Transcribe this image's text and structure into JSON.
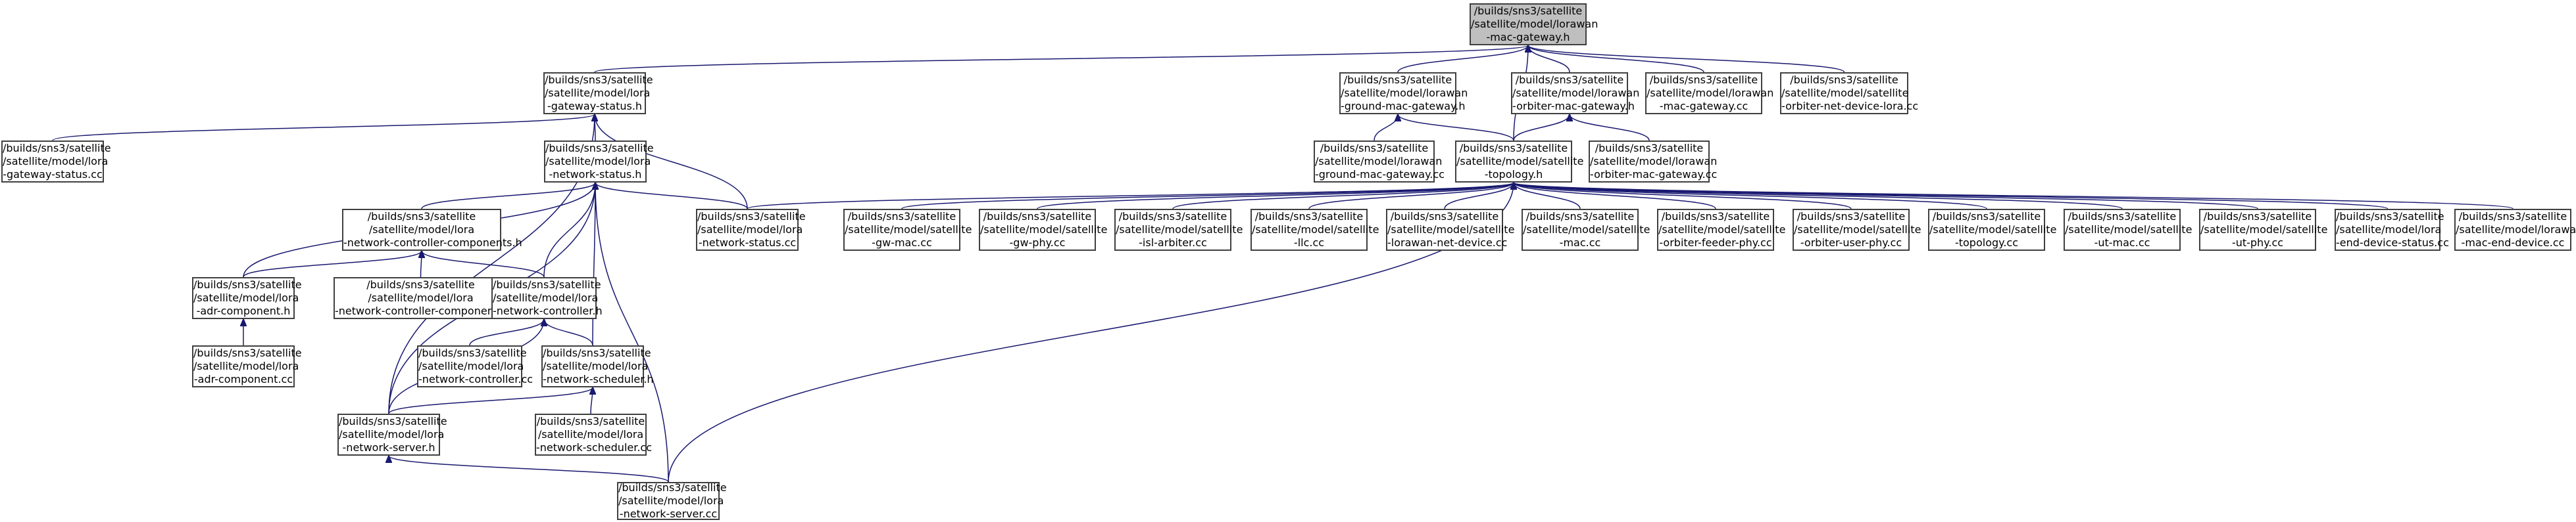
{
  "colors": {
    "edge": "#191970",
    "node_border": "#404040",
    "node_fill": "#ffffff",
    "root_fill": "#bfbfbf"
  },
  "nodes": [
    {
      "id": "root",
      "lines": [
        "/builds/sns3/satellite",
        "/satellite/model/lorawan",
        "-mac-gateway.h"
      ]
    },
    {
      "id": "lora-gateway-status-h",
      "lines": [
        "/builds/sns3/satellite",
        "/satellite/model/lora",
        "-gateway-status.h"
      ]
    },
    {
      "id": "lorawan-ground-mac-gateway-h",
      "lines": [
        "/builds/sns3/satellite",
        "/satellite/model/lorawan",
        "-ground-mac-gateway.h"
      ]
    },
    {
      "id": "lorawan-orbiter-mac-gateway-h",
      "lines": [
        "/builds/sns3/satellite",
        "/satellite/model/lorawan",
        "-orbiter-mac-gateway.h"
      ]
    },
    {
      "id": "lorawan-mac-gateway-cc",
      "lines": [
        "/builds/sns3/satellite",
        "/satellite/model/lorawan",
        "-mac-gateway.cc"
      ]
    },
    {
      "id": "orbiter-net-device-lora-cc",
      "lines": [
        "/builds/sns3/satellite",
        "/satellite/model/satellite",
        "-orbiter-net-device-lora.cc"
      ]
    },
    {
      "id": "lora-gateway-status-cc",
      "lines": [
        "/builds/sns3/satellite",
        "/satellite/model/lora",
        "-gateway-status.cc"
      ]
    },
    {
      "id": "lora-network-status-h",
      "lines": [
        "/builds/sns3/satellite",
        "/satellite/model/lora",
        "-network-status.h"
      ]
    },
    {
      "id": "lorawan-ground-mac-gateway-cc",
      "lines": [
        "/builds/sns3/satellite",
        "/satellite/model/lorawan",
        "-ground-mac-gateway.cc"
      ]
    },
    {
      "id": "satellite-topology-h",
      "lines": [
        "/builds/sns3/satellite",
        "/satellite/model/satellite",
        "-topology.h"
      ]
    },
    {
      "id": "lorawan-orbiter-mac-gateway-cc",
      "lines": [
        "/builds/sns3/satellite",
        "/satellite/model/lorawan",
        "-orbiter-mac-gateway.cc"
      ]
    },
    {
      "id": "lora-network-controller-components-h",
      "lines": [
        "/builds/sns3/satellite",
        "/satellite/model/lora",
        "-network-controller-components.h"
      ]
    },
    {
      "id": "lora-network-status-cc",
      "lines": [
        "/builds/sns3/satellite",
        "/satellite/model/lora",
        "-network-status.cc"
      ]
    },
    {
      "id": "satellite-gw-mac-cc",
      "lines": [
        "/builds/sns3/satellite",
        "/satellite/model/satellite",
        "-gw-mac.cc"
      ]
    },
    {
      "id": "satellite-gw-phy-cc",
      "lines": [
        "/builds/sns3/satellite",
        "/satellite/model/satellite",
        "-gw-phy.cc"
      ]
    },
    {
      "id": "satellite-isl-arbiter-cc",
      "lines": [
        "/builds/sns3/satellite",
        "/satellite/model/satellite",
        "-isl-arbiter.cc"
      ]
    },
    {
      "id": "satellite-llc-cc",
      "lines": [
        "/builds/sns3/satellite",
        "/satellite/model/satellite",
        "-llc.cc"
      ]
    },
    {
      "id": "satellite-lorawan-net-device-cc",
      "lines": [
        "/builds/sns3/satellite",
        "/satellite/model/satellite",
        "-lorawan-net-device.cc"
      ]
    },
    {
      "id": "satellite-mac-cc",
      "lines": [
        "/builds/sns3/satellite",
        "/satellite/model/satellite",
        "-mac.cc"
      ]
    },
    {
      "id": "satellite-orbiter-feeder-phy-cc",
      "lines": [
        "/builds/sns3/satellite",
        "/satellite/model/satellite",
        "-orbiter-feeder-phy.cc"
      ]
    },
    {
      "id": "satellite-orbiter-user-phy-cc",
      "lines": [
        "/builds/sns3/satellite",
        "/satellite/model/satellite",
        "-orbiter-user-phy.cc"
      ]
    },
    {
      "id": "satellite-topology-cc",
      "lines": [
        "/builds/sns3/satellite",
        "/satellite/model/satellite",
        "-topology.cc"
      ]
    },
    {
      "id": "satellite-ut-mac-cc",
      "lines": [
        "/builds/sns3/satellite",
        "/satellite/model/satellite",
        "-ut-mac.cc"
      ]
    },
    {
      "id": "satellite-ut-phy-cc",
      "lines": [
        "/builds/sns3/satellite",
        "/satellite/model/satellite",
        "-ut-phy.cc"
      ]
    },
    {
      "id": "lora-end-device-status-cc",
      "lines": [
        "/builds/sns3/satellite",
        "/satellite/model/lora",
        "-end-device-status.cc"
      ]
    },
    {
      "id": "lorawan-mac-end-device-cc",
      "lines": [
        "/builds/sns3/satellite",
        "/satellite/model/lorawan",
        "-mac-end-device.cc"
      ]
    },
    {
      "id": "lora-adr-component-h",
      "lines": [
        "/builds/sns3/satellite",
        "/satellite/model/lora",
        "-adr-component.h"
      ]
    },
    {
      "id": "lora-network-controller-components-cc",
      "lines": [
        "/builds/sns3/satellite",
        "/satellite/model/lora",
        "-network-controller-components.cc"
      ]
    },
    {
      "id": "lora-network-controller-h",
      "lines": [
        "/builds/sns3/satellite",
        "/satellite/model/lora",
        "-network-controller.h"
      ]
    },
    {
      "id": "lora-adr-component-cc",
      "lines": [
        "/builds/sns3/satellite",
        "/satellite/model/lora",
        "-adr-component.cc"
      ]
    },
    {
      "id": "lora-network-controller-cc",
      "lines": [
        "/builds/sns3/satellite",
        "/satellite/model/lora",
        "-network-controller.cc"
      ]
    },
    {
      "id": "lora-network-scheduler-h",
      "lines": [
        "/builds/sns3/satellite",
        "/satellite/model/lora",
        "-network-scheduler.h"
      ]
    },
    {
      "id": "lora-network-server-h",
      "lines": [
        "/builds/sns3/satellite",
        "/satellite/model/lora",
        "-network-server.h"
      ]
    },
    {
      "id": "lora-network-scheduler-cc",
      "lines": [
        "/builds/sns3/satellite",
        "/satellite/model/lora",
        "-network-scheduler.cc"
      ]
    },
    {
      "id": "lora-network-server-cc",
      "lines": [
        "/builds/sns3/satellite",
        "/satellite/model/lora",
        "-network-server.cc"
      ]
    }
  ],
  "edges": [
    [
      "lora-gateway-status-h",
      "root"
    ],
    [
      "lorawan-ground-mac-gateway-h",
      "root"
    ],
    [
      "lorawan-orbiter-mac-gateway-h",
      "root"
    ],
    [
      "lorawan-mac-gateway-cc",
      "root"
    ],
    [
      "orbiter-net-device-lora-cc",
      "root"
    ],
    [
      "satellite-topology-h",
      "root"
    ],
    [
      "lora-gateway-status-cc",
      "lora-gateway-status-h"
    ],
    [
      "lora-network-status-h",
      "lora-gateway-status-h"
    ],
    [
      "lora-network-status-cc",
      "lora-gateway-status-h"
    ],
    [
      "lora-network-server-h",
      "lora-gateway-status-h"
    ],
    [
      "lorawan-ground-mac-gateway-cc",
      "lorawan-ground-mac-gateway-h"
    ],
    [
      "satellite-topology-h",
      "lorawan-ground-mac-gateway-h"
    ],
    [
      "satellite-topology-h",
      "lorawan-orbiter-mac-gateway-h"
    ],
    [
      "lorawan-orbiter-mac-gateway-cc",
      "lorawan-orbiter-mac-gateway-h"
    ],
    [
      "lora-network-controller-components-h",
      "lora-network-status-h"
    ],
    [
      "lora-adr-component-h",
      "lora-network-status-h"
    ],
    [
      "lora-network-controller-h",
      "lora-network-status-h"
    ],
    [
      "lora-network-scheduler-h",
      "lora-network-status-h"
    ],
    [
      "lora-network-status-cc",
      "lora-network-status-h"
    ],
    [
      "lora-network-server-h",
      "lora-network-status-h"
    ],
    [
      "lora-network-server-cc",
      "lora-network-status-h"
    ],
    [
      "lora-network-status-cc",
      "satellite-topology-h"
    ],
    [
      "satellite-gw-mac-cc",
      "satellite-topology-h"
    ],
    [
      "satellite-gw-phy-cc",
      "satellite-topology-h"
    ],
    [
      "satellite-isl-arbiter-cc",
      "satellite-topology-h"
    ],
    [
      "satellite-llc-cc",
      "satellite-topology-h"
    ],
    [
      "satellite-lorawan-net-device-cc",
      "satellite-topology-h"
    ],
    [
      "satellite-mac-cc",
      "satellite-topology-h"
    ],
    [
      "satellite-orbiter-feeder-phy-cc",
      "satellite-topology-h"
    ],
    [
      "satellite-orbiter-user-phy-cc",
      "satellite-topology-h"
    ],
    [
      "satellite-topology-cc",
      "satellite-topology-h"
    ],
    [
      "satellite-ut-mac-cc",
      "satellite-topology-h"
    ],
    [
      "satellite-ut-phy-cc",
      "satellite-topology-h"
    ],
    [
      "lora-end-device-status-cc",
      "satellite-topology-h"
    ],
    [
      "lorawan-mac-end-device-cc",
      "satellite-topology-h"
    ],
    [
      "lora-network-server-cc",
      "satellite-topology-h"
    ],
    [
      "lora-adr-component-h",
      "lora-network-controller-components-h"
    ],
    [
      "lora-network-controller-components-cc",
      "lora-network-controller-components-h"
    ],
    [
      "lora-network-controller-h",
      "lora-network-controller-components-h"
    ],
    [
      "lora-adr-component-cc",
      "lora-adr-component-h"
    ],
    [
      "lora-network-controller-cc",
      "lora-network-controller-h"
    ],
    [
      "lora-network-scheduler-h",
      "lora-network-controller-h"
    ],
    [
      "lora-network-server-h",
      "lora-network-controller-h"
    ],
    [
      "lora-network-scheduler-cc",
      "lora-network-scheduler-h"
    ],
    [
      "lora-network-server-h",
      "lora-network-scheduler-h"
    ],
    [
      "lora-network-server-cc",
      "lora-network-server-h"
    ]
  ]
}
